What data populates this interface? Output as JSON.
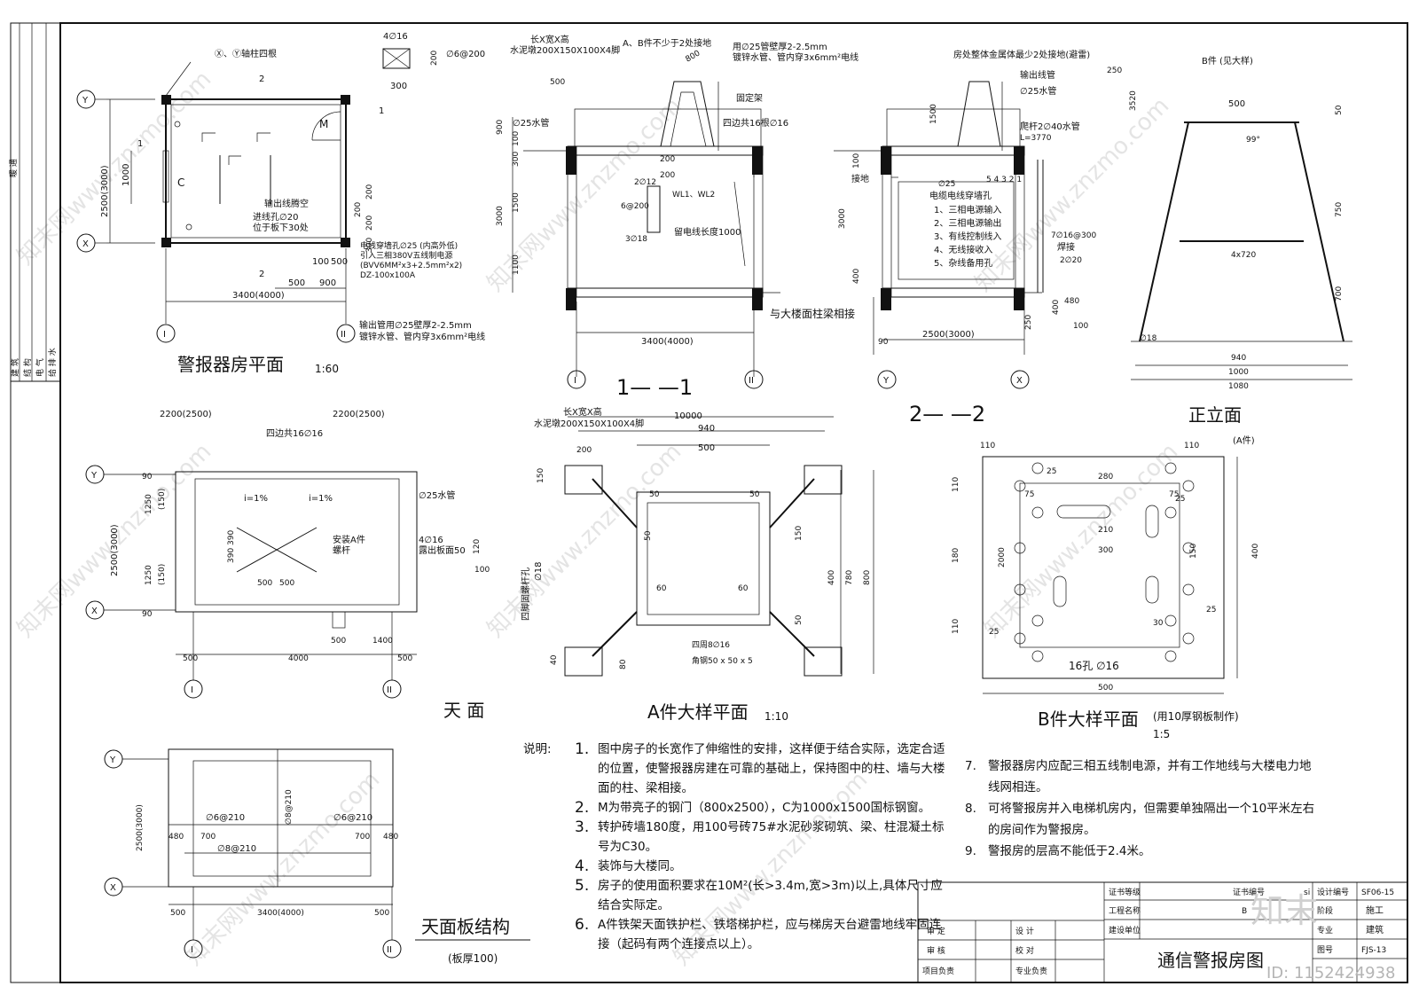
{
  "left_strip": {
    "top_label": "暖 通",
    "bottom_labels": [
      "建 筑",
      "结 构",
      "电 气",
      "给 排 水"
    ]
  },
  "plan": {
    "title": "警报器房平面",
    "scale": "1:60",
    "axis_y": "Y",
    "axis_x": "X",
    "axis_1": "I",
    "axis_2": "II",
    "col_note": "Ⓧ、Ⓨ轴柱四根",
    "door": "M",
    "window": "C",
    "col_rebar": "4∅16",
    "col_stirrup": "∅6@200",
    "col_w": "300",
    "col_h": "200",
    "dim_height": "2500(3000)",
    "dim_width": "3400(4000)",
    "dim_1000": "1000",
    "dim_500a": "500",
    "dim_900": "900",
    "dim_100": "100",
    "dim_500b": "500",
    "dim_200s": [
      "200",
      "200",
      "200",
      "300"
    ],
    "cut1": "1",
    "cut2": "2",
    "out_wire": "输出线腾空",
    "in_hole": "进线孔∅20",
    "in_hole_pos": "位于板下30处",
    "cable_lines": [
      "电线穿墙孔∅25 (内高外低)",
      "引入三相380V五线制电源",
      "(BVV6MM²x3+2.5mm²x2)",
      "DZ-100x100A"
    ],
    "out_pipe": [
      "输出管用∅25壁厚2-2.5mm",
      "镀锌水管、管内穿3x6mm²电线"
    ]
  },
  "sec1": {
    "title": "1— —1",
    "notes": [
      "长X宽X高",
      "水泥墩200X150X100X4脚",
      "A、B件不少于2处接地",
      "用∅25管壁厚2-2.5mm",
      "镀锌水管、管内穿3x6mm²电线",
      "固定架",
      "四边共16根∅16",
      "∅25水管",
      "2∅12",
      "6@200",
      "3∅18",
      "WL1、WL2",
      "留电线长度1000",
      "与大楼面柱梁相接"
    ],
    "dims_v": [
      "900",
      "100",
      "300",
      "1500",
      "3000",
      "1100"
    ],
    "dims_h": [
      "500",
      "200",
      "200",
      "800"
    ],
    "dim_w": "3400(4000)",
    "axis_l": "I",
    "axis_r": "II"
  },
  "sec2": {
    "title": "2— —2",
    "notes": [
      "房处整体金属体最少2处接地(避雷)",
      "输出线管",
      "∅25水管",
      "爬杆2∅40水管",
      "L=3770",
      "∅25",
      "电缆电线穿墙孔",
      "1、三相电源输入",
      "2、三相电源输出",
      "3、有线控制线入",
      "4、无线接收入",
      "5、杂线备用孔",
      "7∅16@300",
      "焊接",
      "2∅20",
      "接地"
    ],
    "hole_nums": "5 4 3 2 1",
    "dims": [
      "250",
      "3520",
      "1500",
      "100",
      "3000",
      "400",
      "480",
      "400",
      "100",
      "250",
      "90"
    ],
    "dim_w": "2500(3000)",
    "axis_l": "Y",
    "axis_r": "X"
  },
  "elev": {
    "title": "正立面",
    "subtitle": "(A件)",
    "top_note": "B件 (见大样)",
    "dims": [
      "500",
      "50",
      "750",
      "700",
      "4x720",
      "∅18",
      "940",
      "1000",
      "1080"
    ],
    "angle": "99°"
  },
  "roof": {
    "title": "天   面",
    "dims_top": [
      "2200(2500)",
      "2200(2500)"
    ],
    "rebar": "四边共16∅16",
    "slope": "i=1%",
    "pipe": "∅25水管",
    "install": [
      "安装A件",
      "螺杆"
    ],
    "bolts": [
      "4∅16",
      "露出板面50"
    ],
    "dims_v": [
      "1250",
      "(150)",
      "1250",
      "(150)",
      "90",
      "90"
    ],
    "dim_h": "2500(3000)",
    "dims_small": [
      "390",
      "390",
      "500",
      "500",
      "120",
      "100"
    ],
    "dims_bot": [
      "500",
      "4000",
      "500",
      "500",
      "1400"
    ],
    "axes": [
      "Y",
      "X",
      "I",
      "II"
    ]
  },
  "apart": {
    "title": "A件大样平面",
    "scale": "1:10",
    "notes": [
      "长X宽X高",
      "水泥墩200X150X100X4脚",
      "四脚固螺杆孔",
      "∅18",
      "四周8∅16",
      "角钢50 x 50 x 5"
    ],
    "dims": [
      "10000",
      "940",
      "500",
      "200",
      "150",
      "50",
      "50",
      "150",
      "400",
      "780",
      "800",
      "60",
      "60",
      "50",
      "50",
      "40",
      "80"
    ]
  },
  "bpart": {
    "title": "B件大样平面",
    "note": "(用10厚钢板制作)",
    "scale": "1:5",
    "holes": "16孔 ∅16",
    "dims": [
      "110",
      "110",
      "280",
      "75",
      "25",
      "25",
      "75",
      "210",
      "300",
      "2000",
      "150",
      "110",
      "180",
      "110",
      "25",
      "25",
      "30",
      "400",
      "500"
    ]
  },
  "slab": {
    "title": "天面板结构",
    "thick": "(板厚100)",
    "rebars": [
      "∅6@210",
      "∅6@210",
      "∅8@210",
      "∅8@210"
    ],
    "dims": [
      "480",
      "700",
      "700",
      "480",
      "2500(3000)",
      "500",
      "3400(4000)",
      "500"
    ],
    "axes": [
      "Y",
      "X",
      "I",
      "II"
    ]
  },
  "notes_label": "说明:",
  "notes": [
    {
      "n": "1.",
      "t": "图中房子的长宽作了伸缩性的安排，这样便于结合实际，选定合适的位置，使警报器房建在可靠的基础上，保持图中的柱、墙与大楼面的柱、梁相接。"
    },
    {
      "n": "2.",
      "t": "M为带亮子的钢门（800x2500），C为1000x1500国标钢窗。"
    },
    {
      "n": "3.",
      "t": "转护砖墙180度，用100号砖75#水泥砂浆砌筑、梁、柱混凝土标号为C30。"
    },
    {
      "n": "4.",
      "t": "装饰与大楼同。"
    },
    {
      "n": "5.",
      "t": "房子的使用面积要求在10M²(长>3.4m,宽>3m)以上,具体尺寸应结合实际定。"
    },
    {
      "n": "6.",
      "t": "A件铁架天面铁护栏、铁塔梯护栏，应与梯房天台避雷地线牢固连接（起码有两个连接点以上）。"
    },
    {
      "n": "7.",
      "t": "警报器房内应配三相五线制电源，并有工作地线与大楼电力地线网相连。"
    },
    {
      "n": "8.",
      "t": "可将警报房并入电梯机房内，但需要单独隔出一个10平米左右的房间作为警报房。"
    },
    {
      "n": "9.",
      "t": "警报房的层高不能低于2.4米。"
    }
  ],
  "title_block": {
    "r1": [
      "证书等级",
      "证书编号",
      "si",
      "设计编号",
      "SF06-15"
    ],
    "r2": [
      "工程名称",
      "B",
      "阶段",
      "施工"
    ],
    "r3": [
      "建设单位",
      "专业",
      "建筑"
    ],
    "r4": [
      "审 定",
      "设 计",
      "图号",
      "FJS-13"
    ],
    "r5": [
      "审 核",
      "校 对"
    ],
    "r6": [
      "项目负责",
      "专业负责"
    ],
    "drawing_title": "通信警报房图"
  },
  "watermark": {
    "text": "知末网www.znzmo.com",
    "logo": "知末",
    "id": "ID: 1152424938"
  }
}
